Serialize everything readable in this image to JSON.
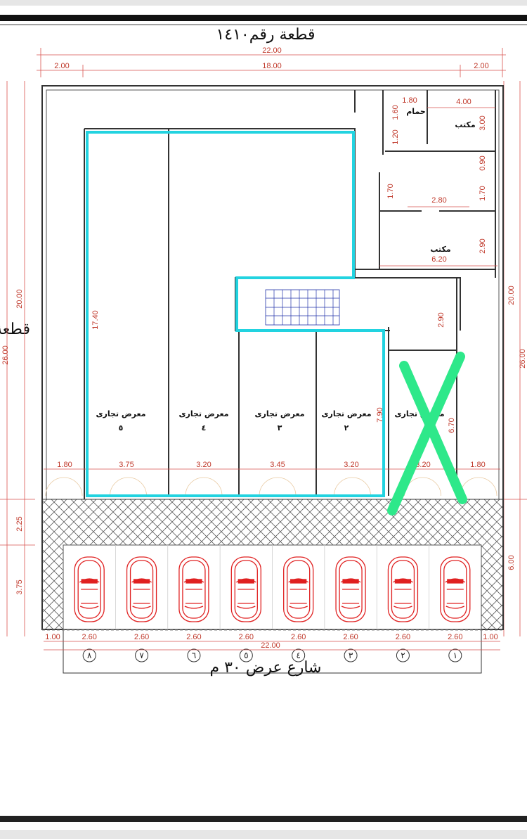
{
  "title": "قطعة رقم١٤١٠",
  "side_plot_label": "قطعة",
  "street_label": "شارع عرض ٣٠ م",
  "colors": {
    "dimension": "#c0392b",
    "highlight_outline": "#22d3e0",
    "cross_mark": "#2ee88a",
    "car": "#e02020",
    "wall": "#333333"
  },
  "icons": {
    "cross": "x-mark-icon",
    "car": "car-icon"
  },
  "dimensions": {
    "top_total": "22.00",
    "top_middle": "18.00",
    "top_left": "2.00",
    "top_right": "2.00",
    "left_plot": "20.00",
    "left_total": "26.00",
    "left_lower_a": "2.25",
    "left_lower_b": "3.75",
    "right_plot": "20.00",
    "right_total": "26.00",
    "right_parking": "6.00",
    "shop_depth": "17.40",
    "shop2_depth": "7.90",
    "shop1_depth": "6.70",
    "corridor": "2.90",
    "bath_w": "1.80",
    "bath_h1": "1.60",
    "bath_h2": "1.20",
    "office1_w": "4.00",
    "office1_h": "3.00",
    "gap": "0.90",
    "store_h": "1.70",
    "store_h2": "1.70",
    "store_w": "2.80",
    "office2_h": "2.90",
    "office2_w": "6.20",
    "bottom_widths": [
      "1.80",
      "3.75",
      "3.20",
      "3.45",
      "3.20",
      "3.20",
      "1.80"
    ],
    "parking_left": "1.00",
    "parking_right": "1.00",
    "parking_total": "22.00",
    "parking_slot": "2.60"
  },
  "rooms": {
    "bath": "حمام",
    "office1": "مكتب",
    "office2": "مكتب"
  },
  "shops": [
    {
      "label": "معرض تجارى",
      "number": "٥"
    },
    {
      "label": "معرض تجارى",
      "number": "٤"
    },
    {
      "label": "معرض تجارى",
      "number": "٣"
    },
    {
      "label": "معرض تجارى",
      "number": "٢"
    },
    {
      "label": "معرض تجارى",
      "number": ""
    }
  ],
  "parking_numbers": [
    "٨",
    "٧",
    "٦",
    "٥",
    "٤",
    "٣",
    "٢",
    "١"
  ]
}
